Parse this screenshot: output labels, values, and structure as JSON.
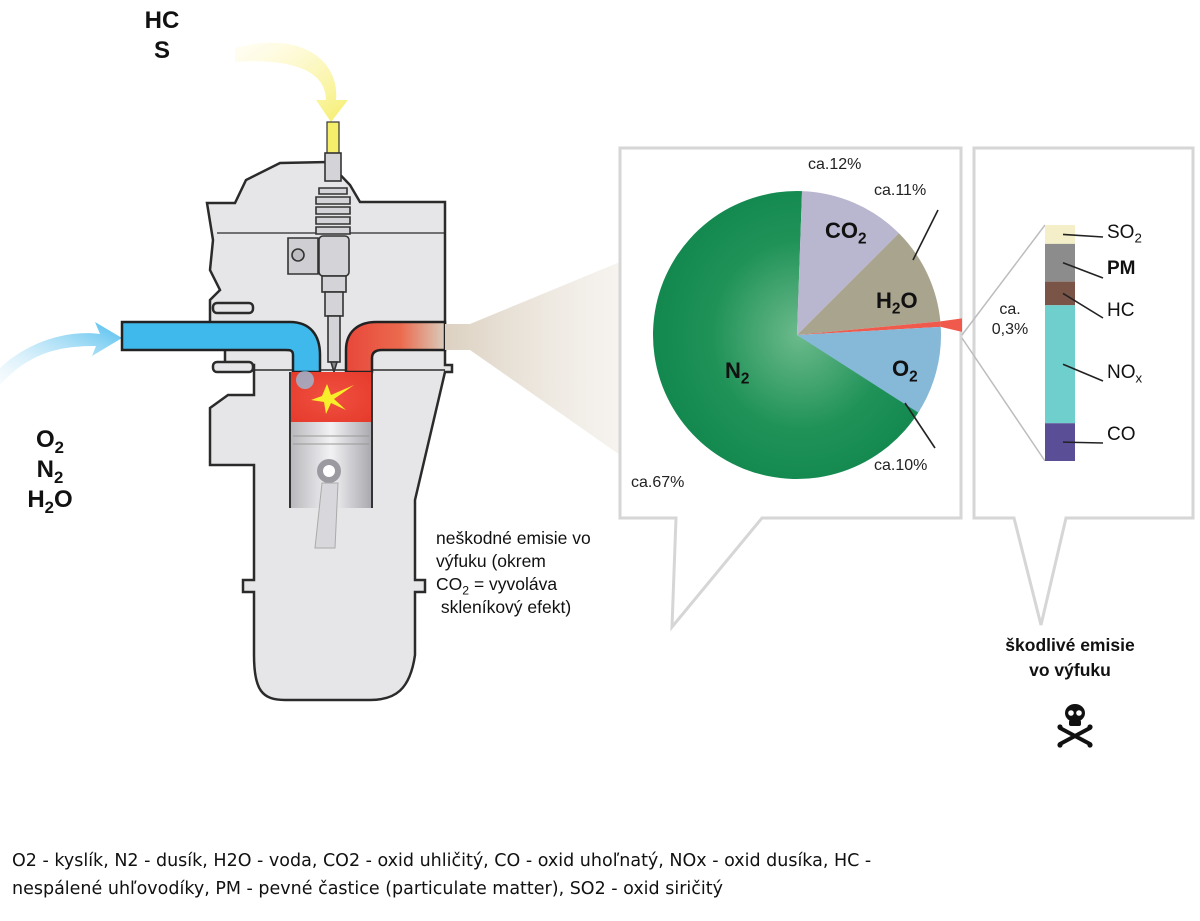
{
  "fuel_input": {
    "lines": [
      "HC",
      "S"
    ]
  },
  "intake_air": {
    "lines": [
      {
        "base": "O",
        "sub": "2",
        "tail": ""
      },
      {
        "base": "N",
        "sub": "2",
        "tail": ""
      },
      {
        "base": "H",
        "sub": "2",
        "tail": "O"
      }
    ]
  },
  "colors": {
    "intake": "#3fb8ec",
    "exhaust": "#e8473a",
    "fuel": "#f5ee6a",
    "engine_body": "#e6e6e8",
    "n2": "#1a8a52",
    "co2": "#b9b6cf",
    "h2o": "#a9a48e",
    "o2": "#86b8d8",
    "harmful_slice": "#ef5a4c",
    "so2": "#f4efc8",
    "pm": "#8c8c8c",
    "hc": "#7a5447",
    "nox": "#6ecfcc",
    "co": "#5a4f96",
    "callout_border": "#d6d6d6"
  },
  "chart_data": [
    {
      "type": "pie",
      "title": "",
      "unit": "%",
      "slices": [
        {
          "name": "N2",
          "label_base": "N",
          "label_sub": "2",
          "label_tail": "",
          "value": 67,
          "value_label": "ca.67%"
        },
        {
          "name": "CO2",
          "label_base": "CO",
          "label_sub": "2",
          "label_tail": "",
          "value": 12,
          "value_label": "ca.12%"
        },
        {
          "name": "H2O",
          "label_base": "H",
          "label_sub": "2",
          "label_tail": "O",
          "value": 11,
          "value_label": "ca.11%"
        },
        {
          "name": "harmful",
          "label_base": "",
          "label_sub": "",
          "label_tail": "",
          "value": 0.3,
          "value_label": "ca. 0,3%"
        },
        {
          "name": "O2",
          "label_base": "O",
          "label_sub": "2",
          "label_tail": "",
          "value": 10,
          "value_label": "ca.10%"
        }
      ],
      "caption": "neškodné emisie vo výfuku (okrem CO2 = vyvoláva skleníkový efekt)"
    },
    {
      "type": "bar",
      "orientation": "stacked-vertical",
      "title": "škodlivé emisie vo výfuku",
      "total_label": "ca. 0,3%",
      "segments": [
        {
          "name": "SO2",
          "label_base": "SO",
          "label_sub": "2",
          "bold": false,
          "share": 0.08
        },
        {
          "name": "PM",
          "label_base": "PM",
          "label_sub": "",
          "bold": true,
          "share": 0.16
        },
        {
          "name": "HC",
          "label_base": "HC",
          "label_sub": "",
          "bold": false,
          "share": 0.1
        },
        {
          "name": "NOx",
          "label_base": "NO",
          "label_sub": "x",
          "bold": false,
          "share": 0.5
        },
        {
          "name": "CO",
          "label_base": "CO",
          "label_sub": "",
          "bold": false,
          "share": 0.16
        }
      ]
    }
  ],
  "harmless_note": {
    "line1": "neškodné emisie vo",
    "line2": "výfuku (okrem",
    "line3_base": "CO",
    "line3_sub": "2",
    "line3_tail": " = vyvoláva",
    "line4": " skleníkový efekt)"
  },
  "pie_total_label": {
    "line1": "ca.",
    "line2": "0,3%"
  },
  "harmful_caption": {
    "line1": "škodlivé emisie",
    "line2": "vo výfuku",
    "icon": "skull-crossbones-icon"
  },
  "legend": {
    "line1": "O2 - kyslík, N2 - dusík, H2O - voda, CO2 - oxid uhličitý, CO - oxid uhoľnatý, NOx - oxid dusíka, HC -",
    "line2": "nespálené uhľovodíky, PM - pevné častice (particulate matter), SO2 - oxid siričitý"
  }
}
